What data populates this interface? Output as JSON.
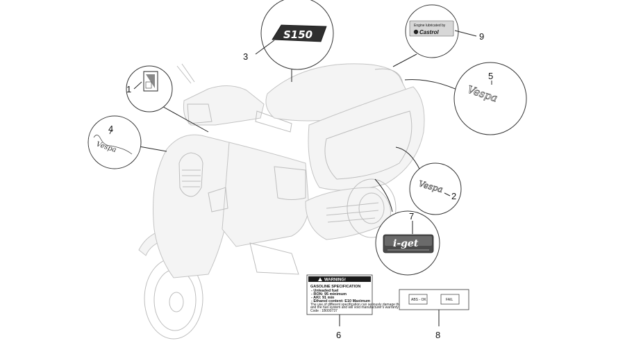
{
  "parts": [
    {
      "id": "1",
      "number": "1"
    },
    {
      "id": "2",
      "number": "2"
    },
    {
      "id": "3",
      "number": "3"
    },
    {
      "id": "4",
      "number": "4"
    },
    {
      "id": "5",
      "number": "5"
    },
    {
      "id": "6",
      "number": "6"
    },
    {
      "id": "7",
      "number": "7"
    },
    {
      "id": "8",
      "number": "8"
    },
    {
      "id": "9",
      "number": "9"
    }
  ],
  "decals": {
    "badge_s150": "S150",
    "castrol_line1": "Engine lubricated by",
    "castrol_brand": "Castrol",
    "vespa_script": "Vespa",
    "iget_text": "i-get",
    "abs_left": "ABS - OK",
    "abs_right": "FAIL",
    "warning_header": "WARNING!",
    "warning_title": "GASOLINE SPECIFICATION",
    "warning_lines": [
      "- Unleaded fuel",
      "- RON: 95 minimum",
      "- AKI: 91 min",
      "- Ethanol content: E10 Maximum",
      "The use of different specification can seriously damage the engine",
      "and the fuel system and will void manufacturer's warranty",
      "Code : 1B000737"
    ]
  },
  "colors": {
    "ghost_outline": "#bdbdbd",
    "leader": "#222222",
    "warning_bar": "#1a1a1a",
    "castrol_bg": "#d7d7d7"
  }
}
